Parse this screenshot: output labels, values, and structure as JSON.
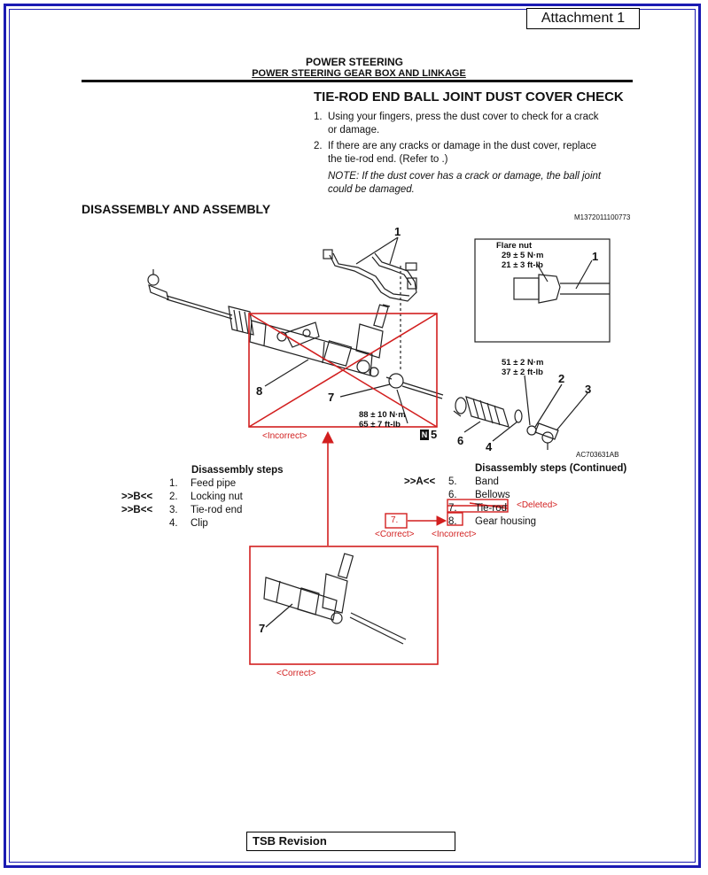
{
  "attachment": "Attachment 1",
  "header": {
    "section": "POWER STEERING",
    "subsection": "POWER STEERING GEAR BOX AND LINKAGE"
  },
  "check": {
    "title": "TIE-ROD END BALL JOINT DUST COVER CHECK",
    "step1_num": "1.",
    "step1_line1": "Using your fingers, press the dust cover to check for a crack",
    "step1_line2": "or damage.",
    "step2_num": "2.",
    "step2_line1": "If there are any cracks or damage in the dust cover, replace",
    "step2_line2": "the tie-rod end. (Refer to .)",
    "note_line1": "NOTE: If the dust cover has a crack or damage, the ball joint",
    "note_line2": "could be damaged."
  },
  "disassembly": {
    "title": "DISASSEMBLY AND ASSEMBLY",
    "figure_code": "M1372011100773",
    "illustration_code": "AC703631AB"
  },
  "diagram": {
    "callouts": [
      "1",
      "2",
      "3",
      "4",
      "5",
      "6",
      "7",
      "8"
    ],
    "flare_nut_label": "Flare nut",
    "flare_torque_nm": "29 ± 5 N·m",
    "flare_torque_ftlb": "21 ± 3 ft-lb",
    "torque_a_nm": "51 ± 2 N·m",
    "torque_a_ftlb": "37 ± 2 ft-lb",
    "torque_b_nm": "88 ± 10 N·m",
    "torque_b_ftlb": "65 ± 7 ft-lb",
    "n_badge": "N",
    "incorrect_tag": "<Incorrect>",
    "correct_tag": "<Correct>",
    "deleted_tag": "<Deleted>",
    "correct_small_tag": "<Correct>",
    "incorrect_small_tag": "<Incorrect>",
    "box_seven": "7.",
    "inset_callout": "7"
  },
  "steps_left": {
    "title": "Disassembly steps",
    "rows": [
      {
        "mark": "",
        "num": "1.",
        "text": "Feed pipe"
      },
      {
        "mark": ">>B<<",
        "num": "2.",
        "text": "Locking nut"
      },
      {
        "mark": ">>B<<",
        "num": "3.",
        "text": "Tie-rod end"
      },
      {
        "mark": "",
        "num": "4.",
        "text": "Clip"
      }
    ]
  },
  "steps_right": {
    "title": "Disassembly steps (Continued)",
    "rows": [
      {
        "mark": ">>A<<",
        "num": "5.",
        "text": "Band"
      },
      {
        "mark": "",
        "num": "6.",
        "text": "Bellows"
      },
      {
        "mark": "",
        "num": "7.",
        "text": "Tie-rod"
      },
      {
        "mark": "",
        "num": "8.",
        "text": "Gear housing"
      }
    ]
  },
  "footer": {
    "tsb": "TSB Revision"
  },
  "colors": {
    "frame": "#1b1bb3",
    "correction": "#d21f1f"
  }
}
